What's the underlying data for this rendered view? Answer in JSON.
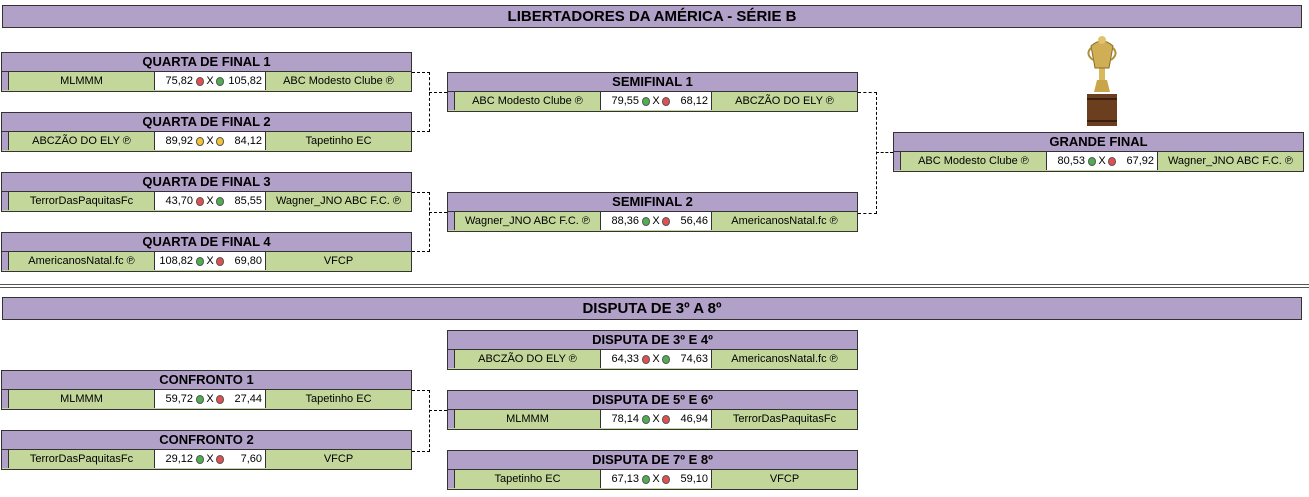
{
  "title": "LIBERTADORES DA AMÉRICA - SÉRIE B",
  "placement_title": "DISPUTA DE 3º A 8º",
  "colors": {
    "header": "#b1a0c7",
    "team": "#c4d79b",
    "win": "#4fae4f",
    "loss": "#e05050",
    "pending": "#f2c230"
  },
  "matches": {
    "qf1": {
      "title": "QUARTA DE FINAL 1",
      "home": "MLMMM",
      "home_score": "75,82",
      "home_status": "red",
      "sep": "X",
      "away_status": "green",
      "away_score": "105,82",
      "away": "ABC Modesto Clube ℗"
    },
    "qf2": {
      "title": "QUARTA DE FINAL 2",
      "home": "ABCZÃO DO ELY ℗",
      "home_score": "89,92",
      "home_status": "yellow",
      "sep": "X",
      "away_status": "yellow",
      "away_score": "84,12",
      "away": "Tapetinho EC"
    },
    "qf3": {
      "title": "QUARTA DE FINAL 3",
      "home": "TerrorDasPaquitasFc",
      "home_score": "43,70",
      "home_status": "red",
      "sep": "X",
      "away_status": "green",
      "away_score": "85,55",
      "away": "Wagner_JNO ABC F.C. ℗"
    },
    "qf4": {
      "title": "QUARTA DE FINAL 4",
      "home": "AmericanosNatal.fc ℗",
      "home_score": "108,82",
      "home_status": "green",
      "sep": "X",
      "away_status": "red",
      "away_score": "69,80",
      "away": "VFCP"
    },
    "sf1": {
      "title": "SEMIFINAL 1",
      "home": "ABC Modesto Clube ℗",
      "home_score": "79,55",
      "home_status": "green",
      "sep": "X",
      "away_status": "red",
      "away_score": "68,12",
      "away": "ABCZÃO DO ELY ℗"
    },
    "sf2": {
      "title": "SEMIFINAL 2",
      "home": "Wagner_JNO ABC F.C. ℗",
      "home_score": "88,36",
      "home_status": "green",
      "sep": "X",
      "away_status": "red",
      "away_score": "56,46",
      "away": "AmericanosNatal.fc ℗"
    },
    "final": {
      "title": "GRANDE FINAL",
      "home": "ABC Modesto Clube ℗",
      "home_score": "80,53",
      "home_status": "green",
      "sep": "X",
      "away_status": "red",
      "away_score": "67,92",
      "away": "Wagner_JNO ABC F.C. ℗"
    },
    "c1": {
      "title": "CONFRONTO 1",
      "home": "MLMMM",
      "home_score": "59,72",
      "home_status": "green",
      "sep": "X",
      "away_status": "red",
      "away_score": "27,44",
      "away": "Tapetinho EC"
    },
    "c2": {
      "title": "CONFRONTO 2",
      "home": "TerrorDasPaquitasFc",
      "home_score": "29,12",
      "home_status": "green",
      "sep": "X",
      "away_status": "red",
      "away_score": "7,60",
      "away": "VFCP"
    },
    "p34": {
      "title": "DISPUTA DE 3º E 4º",
      "home": "ABCZÃO DO ELY ℗",
      "home_score": "64,33",
      "home_status": "red",
      "sep": "X",
      "away_status": "green",
      "away_score": "74,63",
      "away": "AmericanosNatal.fc ℗"
    },
    "p56": {
      "title": "DISPUTA DE 5º E 6º",
      "home": "MLMMM",
      "home_score": "78,14",
      "home_status": "green",
      "sep": "X",
      "away_status": "red",
      "away_score": "46,94",
      "away": "TerrorDasPaquitasFc"
    },
    "p78": {
      "title": "DISPUTA DE 7º E 8º",
      "home": "Tapetinho EC",
      "home_score": "67,13",
      "home_status": "green",
      "sep": "X",
      "away_status": "red",
      "away_score": "59,10",
      "away": "VFCP"
    }
  }
}
